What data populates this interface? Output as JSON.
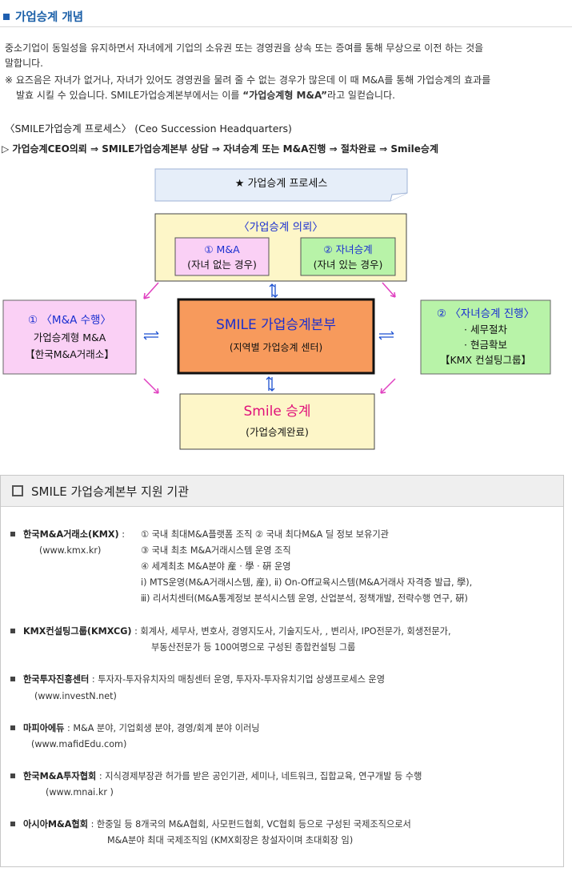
{
  "section": {
    "title": "가업승계 개념"
  },
  "intro": {
    "line1": "중소기업이 동일성을 유지하면서 자녀에게 기업의 소유권 또는 경영권을 상속 또는 증여를 통해 무상으로 이전 하는 것을",
    "line2": "말합니다.",
    "line3": "※ 요즈음은 자녀가 없거나, 자녀가 있어도 경영권을 물려 줄 수 없는 경우가 많은데 이 때 M&A를 통해 가업승계의 효과를",
    "line4_a": "발효 시킬 수 있습니다.   SMILE가업승계본부에서는 이를 ",
    "line4_b": "“가업승계형 M&A”",
    "line4_c": "라고 일컫습니다."
  },
  "process": {
    "heading": "〈SMILE가업승계 프로세스〉 (Ceo Succession Headquarters)",
    "flow": "▷ 가업승계CEO의뢰 ⇒ SMILE가업승계본부 상담 ⇒ 자녀승계 또는 M&A진행 ⇒ 절차완료 ⇒ Smile승계"
  },
  "diagram": {
    "banner": "★ 가업승계 프로세스",
    "request_title": "〈가업승계 의뢰〉",
    "request_ma_1": "① M&A",
    "request_ma_2": "(자녀 없는 경우)",
    "request_child_1": "② 자녀승계",
    "request_child_2": "(자녀 있는 경우)",
    "left_1": "① 〈M&A 수행〉",
    "left_2": "가업승계형 M&A",
    "left_3": "【한국M&A거래소】",
    "center_1": "SMILE 가업승계본부",
    "center_2": "(지역별 가업승계 센터)",
    "right_1": "② 〈자녀승계 진행〉",
    "right_2": "· 세무절차",
    "right_3": "· 현금확보",
    "right_4": "【KMX 컨설팅그룹】",
    "bottom_1": "Smile 승계",
    "bottom_2": "(가업승계완료)",
    "colors": {
      "center_fill": "#f79a5c",
      "left_fill": "#fad0f5",
      "right_fill": "#b8f3a8",
      "top_fill": "#fdf6c8",
      "pink_text": "#e0107a",
      "blue_text": "#1a2fd0"
    }
  },
  "support": {
    "title": "SMILE 가업승계본부 지원 기관",
    "kmx": {
      "name": "한국M&A거래소(KMX)",
      "sep": " : ",
      "url": "(www.kmx.kr)",
      "l1": "① 국내 최대M&A플랫폼 조직   ② 국내 최다M&A 딜 정보 보유기관",
      "l2": "③ 국내 최초 M&A거래시스템 운영 조직",
      "l3": "④ 세계최초 M&A분야 産 · 學 · 硏 운영",
      "l4": "ⅰ) MTS운영(M&A거래시스템, 産),   ⅱ) On-Off교육시스템(M&A거래사 자격증 발급, 學),",
      "l5": "ⅲ) 리서치센터(M&A통계정보 분석시스템 운영, 산업분석, 정책개발, 전략수행 연구, 硏)"
    },
    "kmxcg": {
      "name": "KMX컨설팅그룹(KMXCG)",
      "l1": " : 회계사, 세무사, 변호사, 경영지도사, 기술지도사, , 변리사, IPO전문가, 회생전문가,",
      "l2": "부동산전문가 등 100여명으로 구성된 종합컨설팅 그룹"
    },
    "invest": {
      "name": "한국투자진흥센터",
      "l1": " : 투자자-투자유치자의 매칭센터 운영,  투자자-투자유치기업  상생프로세스 운영",
      "url": "(www.investN.net)"
    },
    "mafia": {
      "name": "마피아에듀",
      "l1": " :  M&A 분야, 기업회생 분야, 경영/회계 분야 이러닝",
      "url": "(www.mafidEdu.com)"
    },
    "mnai": {
      "name": "한국M&A투자협회",
      "l1": " : 지식경제부장관 허가를 받은 공인기관, 세미나, 네트워크, 집합교육, 연구개발 등 수행",
      "url": "(www.mnai.kr )"
    },
    "asia": {
      "name": "아시아M&A협회",
      "l1": " : 한중일 등 8개국의 M&A협회, 사모펀드협회, VC협회 등으로 구성된 국제조직으로서",
      "l2": "M&A분야 최대 국제조직임 (KMX회장은 창설자이며 초대회장 임)"
    }
  }
}
